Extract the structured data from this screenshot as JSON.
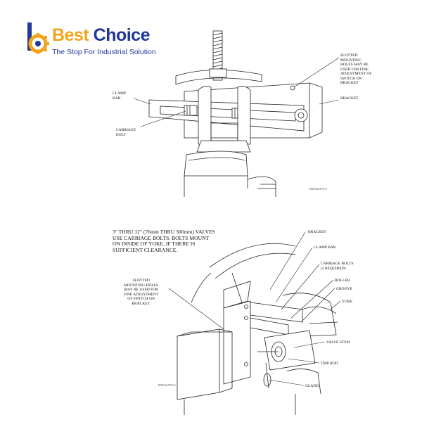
{
  "brand": {
    "name_part1": "Best",
    "name_part2": " Choice",
    "tagline": "The Stop For Industrial Solution",
    "accent_color": "#f2a41c",
    "primary_color": "#21379a"
  },
  "diagram_top": {
    "labels": {
      "clamp_bar": "CLAMP\nBAR",
      "carriage_bolt": "CARRIAGE\nBOLT",
      "slotted_holes": "SLOTTED\nMOUNTING\nHOLES MAY BE\nUSED FOR FINE\nADJUSTMENT OF\nSWITCH ON\nBRACKET",
      "bracket": "BRACKET"
    },
    "drawing_number": "DWG# 976-3"
  },
  "diagram_bottom": {
    "note": "3\" THRU 12\" (76mm THRU 300mm) VALVES\nUSE CARRIAGE BOLTS.  BOLTS MOUNT\nON INSIDE OF YOKE, IF THERE IS\nSUFFICIENT CLEARANCE.",
    "labels": {
      "bracket": "BRACKET",
      "clamp_bar": "CLAMP BAR",
      "carriage_bolts": "CARRIAGE BOLTS\n(2 REQUIRED)",
      "roller": "ROLLER",
      "groove": "GROOVE",
      "yoke": "YOKE",
      "slotted_holes": "SLOTTED\nMOUNTING HOLES\nMAY BE USED FOR\nFINE ADJUSTMENT\nOF SWITCH ON\nBRACKET.",
      "valve_stem": "VALVE STEM",
      "trip_rod": "TRIP ROD",
      "gland": "GLAND"
    },
    "drawing_number": "DWG# 976-4"
  }
}
